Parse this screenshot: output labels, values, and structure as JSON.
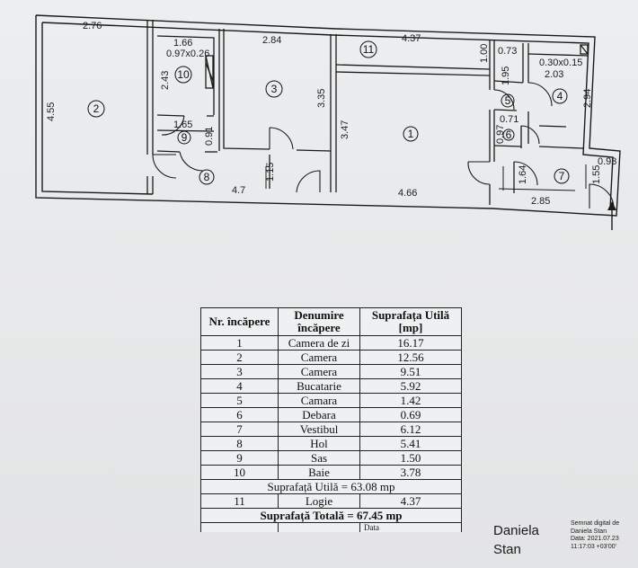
{
  "plan": {
    "dimensions": {
      "r2_width": "2.76",
      "r2_height": "4.55",
      "r10_width": "1.66",
      "r10_niche": "0.97x0.26",
      "r10_height": "2.43",
      "r9_width": "1.65",
      "r9_height": "0.91",
      "r3_width": "2.84",
      "r3_height": "3.35",
      "r8_stub": "1.15",
      "r8_width": "4.7",
      "r11_width": "4.37",
      "r11_depth": "1.00",
      "r1_height": "3.47",
      "r1_width": "4.66",
      "r5_top": "0.73",
      "r5_height": "1.95",
      "r4_niche": "0.30x0.15",
      "r4_width": "2.03",
      "r4_height": "2.94",
      "r6_width": "0.71",
      "r6_height": "0.97",
      "r7_height": "1.64",
      "r7_width": "2.85",
      "entry_width": "0.93",
      "entry_height": "1.55"
    },
    "room_labels": [
      "1",
      "2",
      "3",
      "4",
      "5",
      "6",
      "7",
      "8",
      "9",
      "10",
      "11"
    ]
  },
  "table": {
    "headers": [
      "Nr. încăpere",
      "Denumire încăpere",
      "Suprafața Utilă [mp]"
    ],
    "rows": [
      {
        "nr": "1",
        "name": "Camera de zi",
        "area": "16.17"
      },
      {
        "nr": "2",
        "name": "Camera",
        "area": "12.56"
      },
      {
        "nr": "3",
        "name": "Camera",
        "area": "9.51"
      },
      {
        "nr": "4",
        "name": "Bucatarie",
        "area": "5.92"
      },
      {
        "nr": "5",
        "name": "Camara",
        "area": "1.42"
      },
      {
        "nr": "6",
        "name": "Debara",
        "area": "0.69"
      },
      {
        "nr": "7",
        "name": "Vestibul",
        "area": "6.12"
      },
      {
        "nr": "8",
        "name": "Hol",
        "area": "5.41"
      },
      {
        "nr": "9",
        "name": "Sas",
        "area": "1.50"
      },
      {
        "nr": "10",
        "name": "Baie",
        "area": "3.78"
      }
    ],
    "useful_total": "Suprafață Utilă = 63.08 mp",
    "loggia": {
      "nr": "11",
      "name": "Logie",
      "area": "4.37"
    },
    "grand_total": "Suprafață Totală = 67.45 mp",
    "partial_cell": "Data"
  },
  "author": {
    "first": "Daniela",
    "last": "Stan"
  },
  "signature": {
    "line1": "Semnat digital de",
    "line2": "Daniela Stan",
    "line3": "Data: 2021.07.23",
    "line4": "11:17:03 +03'00'"
  }
}
